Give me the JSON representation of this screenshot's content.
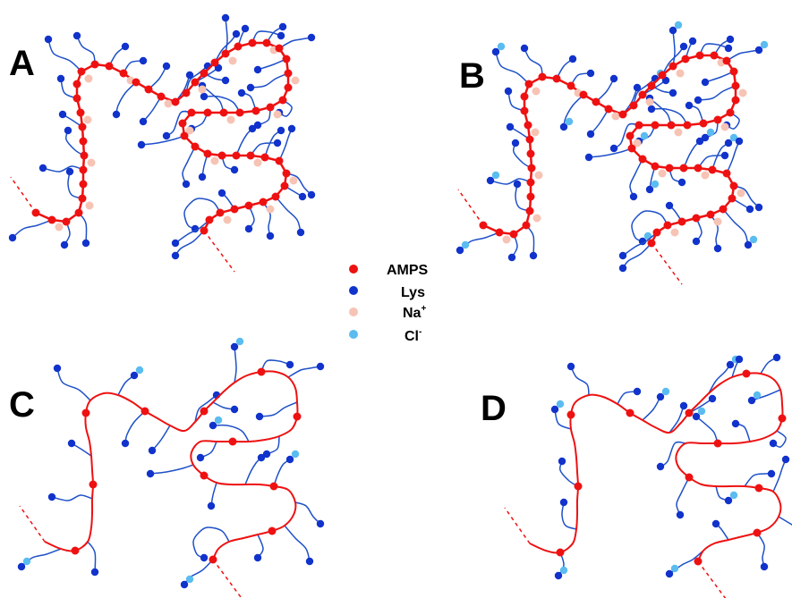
{
  "panels": [
    {
      "letter": "A",
      "variant": "full-dots",
      "ions": "Na+"
    },
    {
      "letter": "B",
      "variant": "full-dots",
      "ions": "Na+ and Cl-"
    },
    {
      "letter": "C",
      "variant": "sparse-dots",
      "ions": "Cl-"
    },
    {
      "letter": "D",
      "variant": "sparse-dots",
      "ions": "Cl-"
    }
  ],
  "legend": [
    {
      "label": "AMPS",
      "sup": "",
      "color": "#ee1111"
    },
    {
      "label": "Lys",
      "sup": "",
      "color": "#1133cc"
    },
    {
      "label": "Na",
      "sup": "+",
      "color": "#f7c3b4"
    },
    {
      "label": "Cl",
      "sup": "-",
      "color": "#5bbcf0"
    }
  ],
  "colors": {
    "amps": "#ee1111",
    "lys": "#1133cc",
    "na": "#f7c3b4",
    "cl": "#5bbcf0",
    "lys_line": "#1e50c8"
  }
}
